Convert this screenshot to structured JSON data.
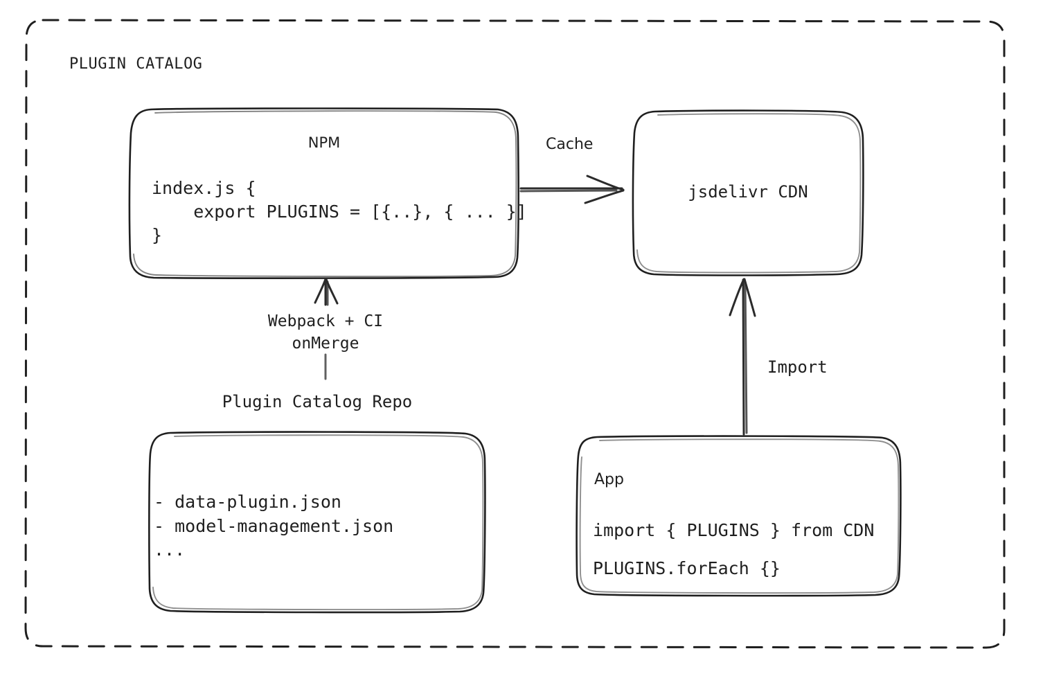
{
  "diagram": {
    "title": "PLUGIN CATALOG",
    "background_color": "#ffffff",
    "stroke_color": "#1f1f1f",
    "style": "hand-drawn"
  },
  "container": {
    "label": "PLUGIN CATALOG",
    "border_style": "dashed",
    "border_color": "#1f1f1f"
  },
  "nodes": {
    "npm": {
      "title": "NPM",
      "code_lines": [
        "index.js {",
        "    export PLUGINS = [{..}, { ... }]",
        "}"
      ],
      "code_text": "index.js {\n    export PLUGINS = [{..}, { ... }]\n}"
    },
    "cdn": {
      "title": "jsdelivr CDN"
    },
    "repo": {
      "label": "Plugin Catalog Repo",
      "file_lines": [
        "- data-plugin.json",
        "- model-management.json",
        "..."
      ],
      "files_text": "- data-plugin.json\n- model-management.json\n..."
    },
    "app": {
      "title": "App",
      "code_lines": [
        "import { PLUGINS } from CDN",
        "PLUGINS.forEach {}"
      ],
      "code_text": "import { PLUGINS } from CDN\nPLUGINS.forEach {}"
    }
  },
  "edges": {
    "npm_to_cdn": {
      "label": "Cache",
      "from": "NPM",
      "to": "jsdelivr CDN",
      "direction": "right"
    },
    "repo_to_npm": {
      "label": "Webpack + CI\nonMerge",
      "label_line_1": "Webpack + CI",
      "label_line_2": "onMerge",
      "from": "Plugin Catalog Repo",
      "to": "NPM",
      "direction": "up"
    },
    "app_to_cdn": {
      "label": "Import",
      "from": "App",
      "to": "jsdelivr CDN",
      "direction": "up"
    }
  }
}
